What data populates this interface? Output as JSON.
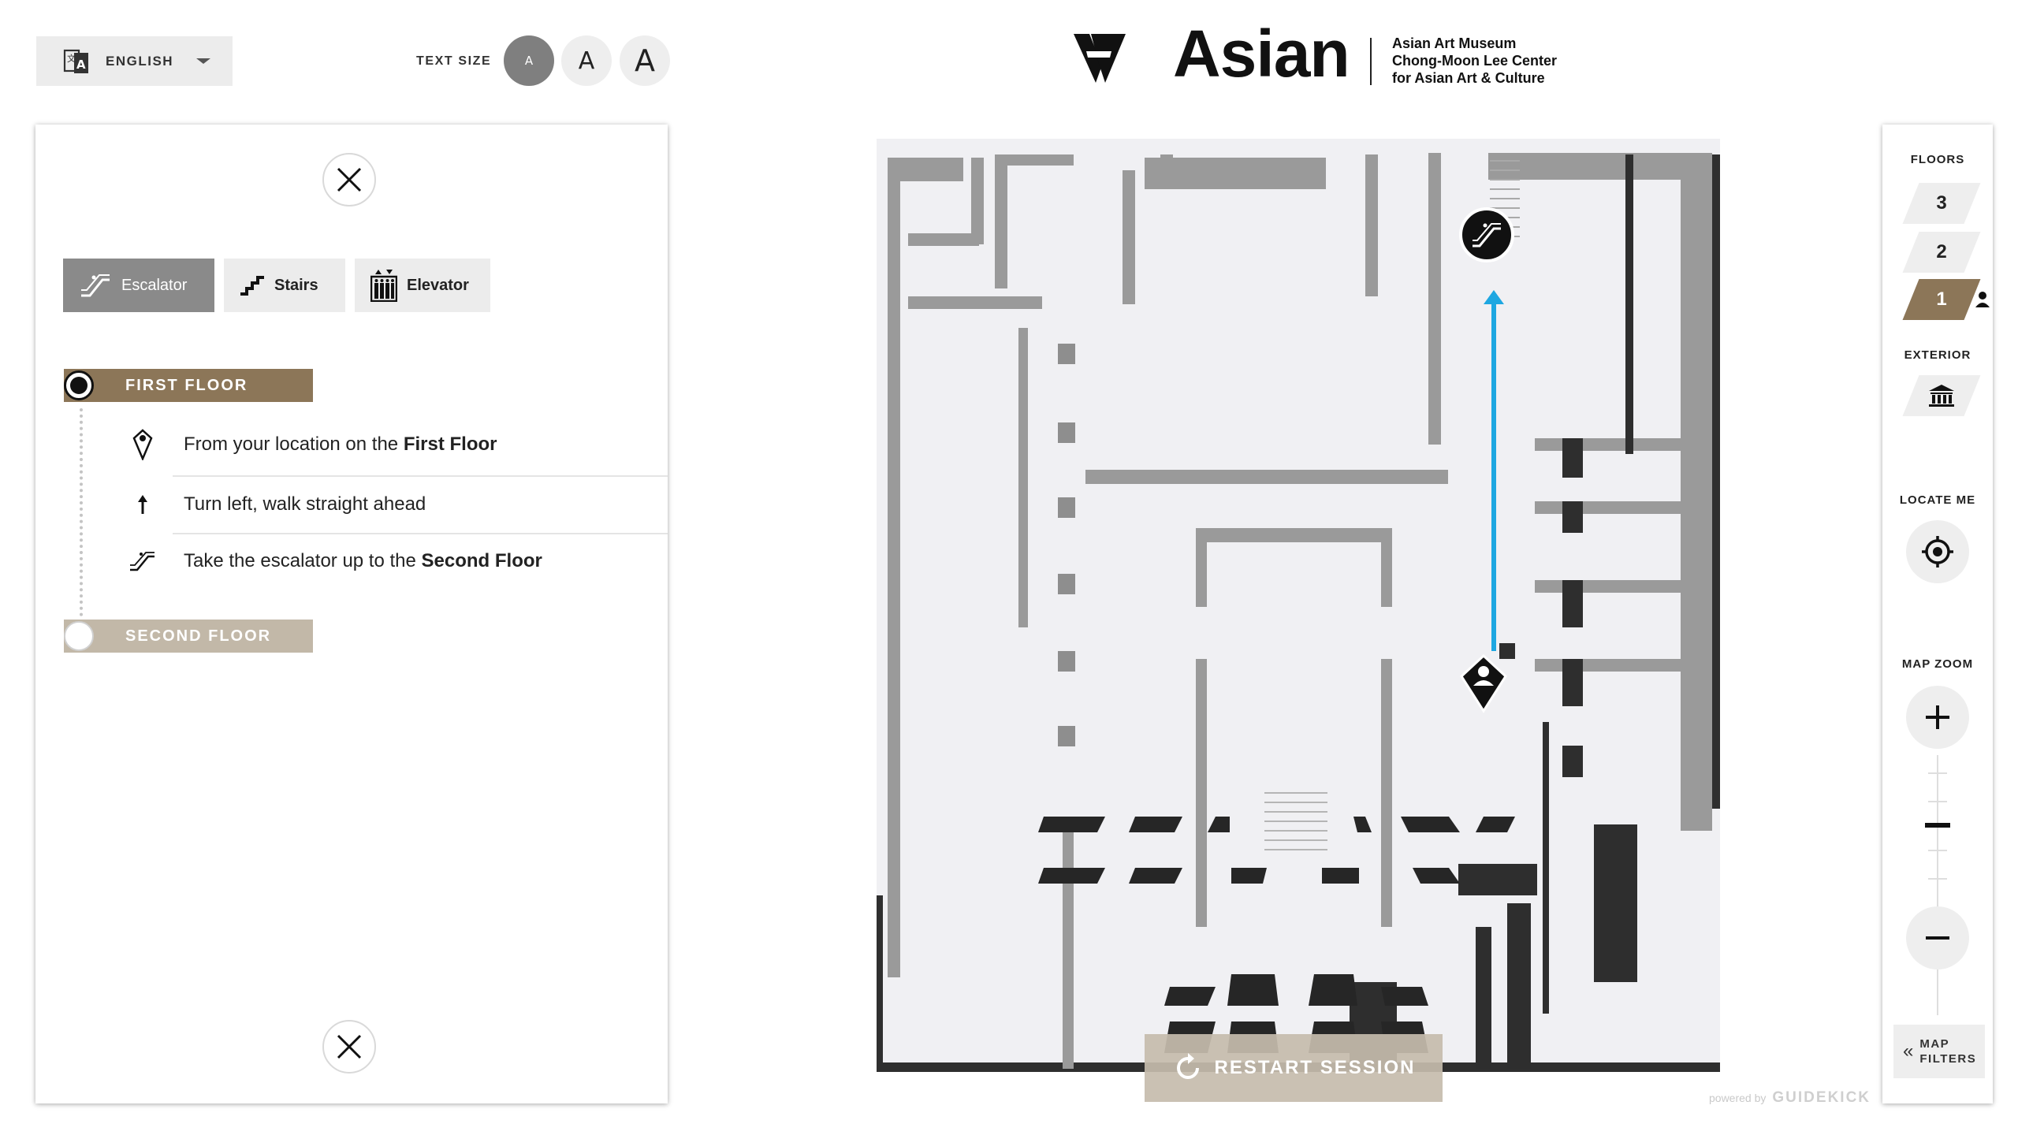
{
  "header": {
    "language_label": "ENGLISH",
    "text_size_label": "TEXT SIZE",
    "text_size_options": [
      "A",
      "A",
      "A"
    ],
    "logo_word": "Asian",
    "logo_subtitle": [
      "Asian Art Museum",
      "Chong-Moon Lee Center",
      "for Asian Art & Culture"
    ]
  },
  "directions": {
    "modes": [
      {
        "label": "Escalator",
        "icon": "escalator-icon",
        "selected": true
      },
      {
        "label": "Stairs",
        "icon": "stairs-icon",
        "selected": false
      },
      {
        "label": "Elevator",
        "icon": "elevator-icon",
        "selected": false
      }
    ],
    "start_floor": "FIRST FLOOR",
    "end_floor": "SECOND FLOOR",
    "steps": [
      {
        "pre": "From your location on the ",
        "bold": "First Floor",
        "icon": "location-pin-icon"
      },
      {
        "pre": "Turn left, walk straight ahead",
        "bold": "",
        "icon": "arrow-up-icon"
      },
      {
        "pre": "Take the escalator up to the ",
        "bold": "Second Floor",
        "icon": "escalator-icon"
      }
    ]
  },
  "map": {
    "restart_label": "RESTART SESSION",
    "powered_by": "powered by",
    "powered_brand": "GUIDEKICK",
    "route_color": "#1ea7e1"
  },
  "rail": {
    "floors_label": "FLOORS",
    "floors": [
      "3",
      "2",
      "1"
    ],
    "active_floor": "1",
    "exterior_label": "EXTERIOR",
    "locate_label": "LOCATE ME",
    "zoom_label": "MAP ZOOM",
    "filters_label_1": "MAP",
    "filters_label_2": "FILTERS"
  },
  "colors": {
    "accent_brown": "#8c7658",
    "light_brown": "#c2b8a8",
    "selected_gray": "#8a8a8a",
    "route_blue": "#1ea7e1"
  }
}
